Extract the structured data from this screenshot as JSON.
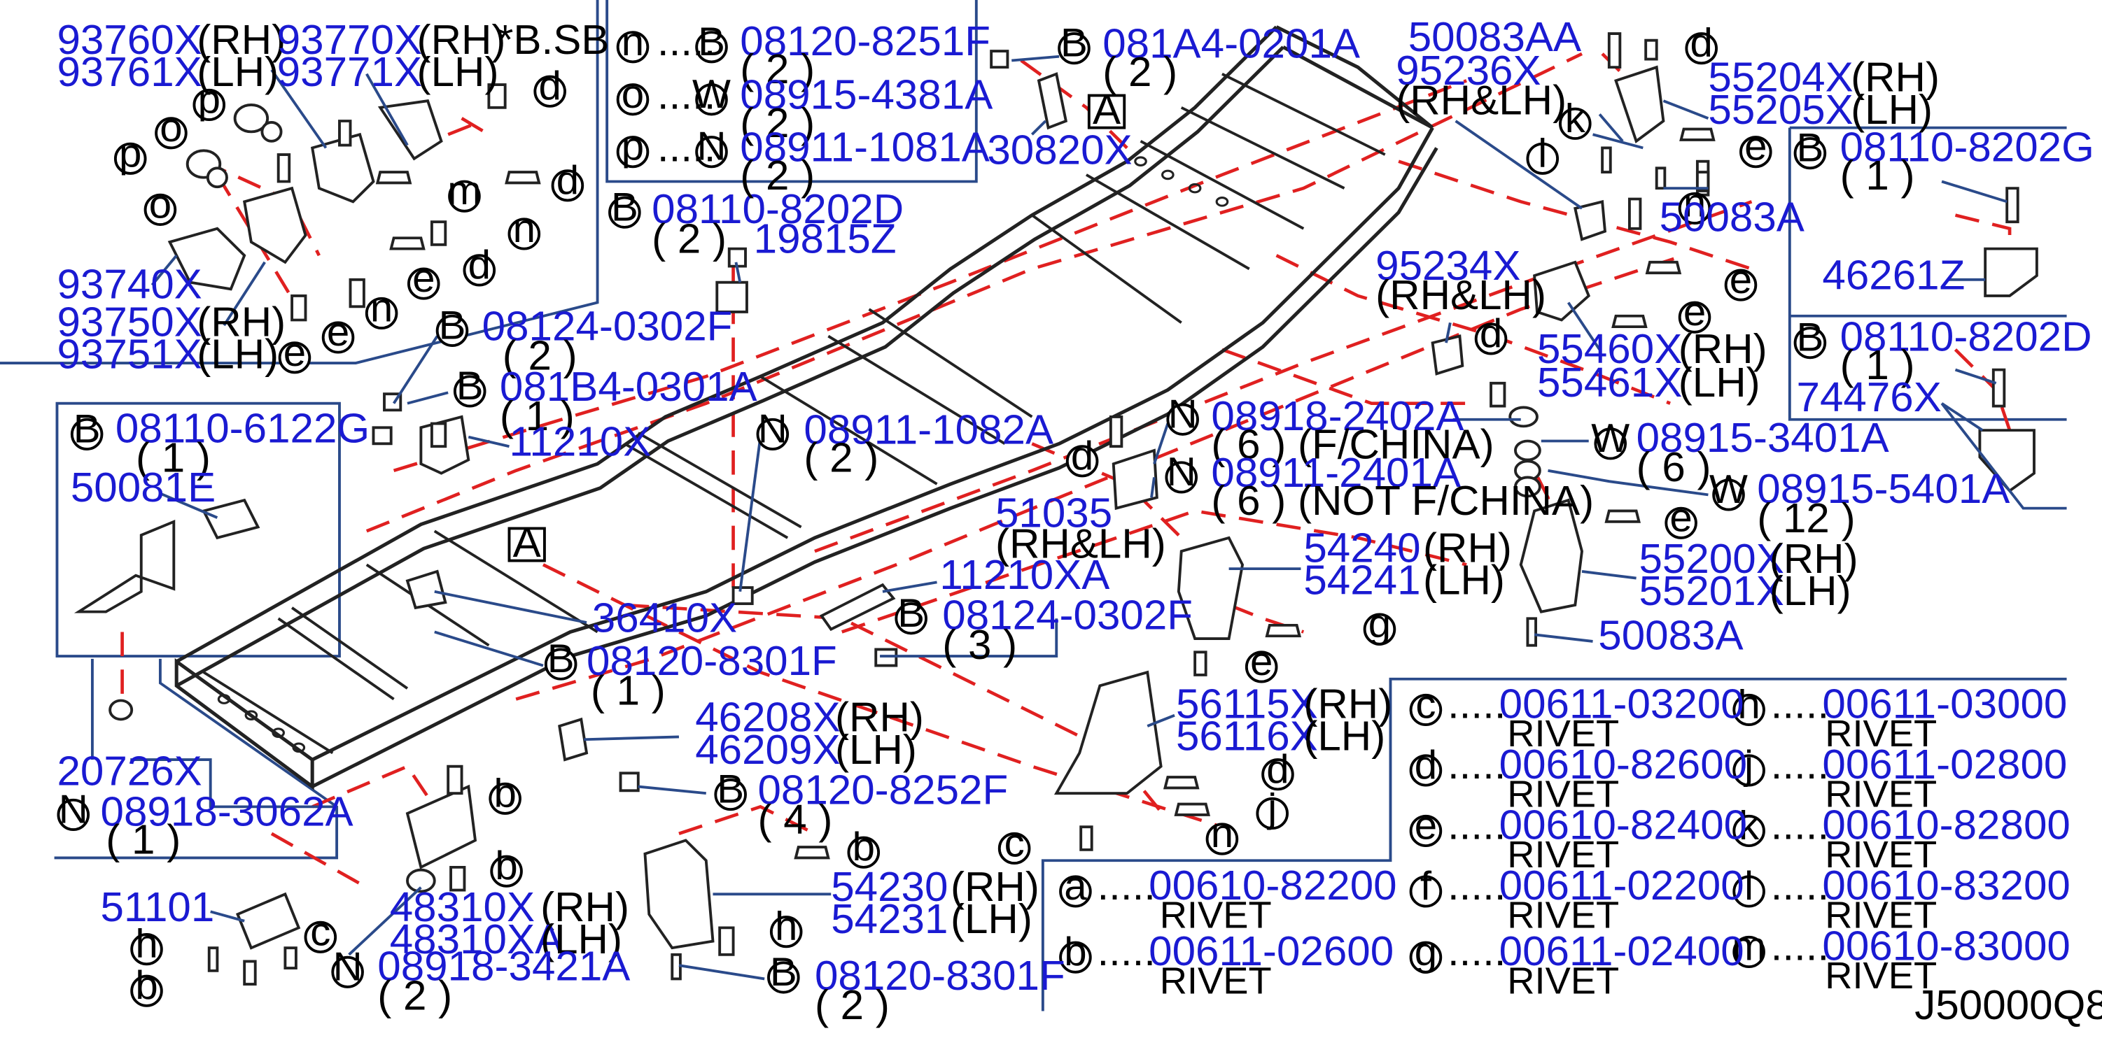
{
  "diagram": {
    "drawing_code": "J50000Q8",
    "labels": [
      {
        "id": "p01",
        "part": "93760X",
        "side": "(RH)"
      },
      {
        "id": "p02",
        "part": "93761X",
        "side": "(LH)"
      },
      {
        "id": "p03",
        "part": "93770X",
        "side": "(RH)"
      },
      {
        "id": "p04",
        "part": "93771X",
        "side": "(LH)"
      },
      {
        "id": "p05",
        "part": "93740X",
        "side": ""
      },
      {
        "id": "p06",
        "part": "93750X",
        "side": "(RH)"
      },
      {
        "id": "p07",
        "part": "93751X",
        "side": "(LH)"
      },
      {
        "id": "p08",
        "part": "08124-0302F",
        "qty": "( 2 )"
      },
      {
        "id": "p09",
        "part": "081B4-0301A",
        "qty": "( 1 )"
      },
      {
        "id": "p10",
        "part": "11210X",
        "side": ""
      },
      {
        "id": "p11",
        "part": "08110-6122G",
        "qty": "( 1 )"
      },
      {
        "id": "p12",
        "part": "50081E",
        "side": ""
      },
      {
        "id": "p13",
        "part": "20726X",
        "side": ""
      },
      {
        "id": "p14",
        "part": "08918-3062A",
        "qty": "( 1 )"
      },
      {
        "id": "p15",
        "part": "51101",
        "side": ""
      },
      {
        "id": "p16",
        "part": "48310X",
        "side": "(RH)"
      },
      {
        "id": "p17",
        "part": "48310XA",
        "side": "(LH)"
      },
      {
        "id": "p18",
        "part": "08918-3421A",
        "qty": "( 2 )"
      },
      {
        "id": "p19",
        "part": "36410X",
        "side": ""
      },
      {
        "id": "p20",
        "part": "08120-8301F",
        "qty": "( 1 )"
      },
      {
        "id": "p21",
        "part": "46208X",
        "side": "(RH)"
      },
      {
        "id": "p22",
        "part": "46209X",
        "side": "(LH)"
      },
      {
        "id": "p23",
        "part": "08120-8252F",
        "qty": "( 4 )"
      },
      {
        "id": "p24",
        "part": "54230",
        "side": "(RH)"
      },
      {
        "id": "p25",
        "part": "54231",
        "side": "(LH)"
      },
      {
        "id": "p26",
        "part": "08120-8301F",
        "qty": "( 2 )"
      },
      {
        "id": "p27",
        "part": "08110-8202D",
        "qty": "( 2 )"
      },
      {
        "id": "p28",
        "part": "19815Z",
        "side": ""
      },
      {
        "id": "p29",
        "part": "08911-1082A",
        "qty": "( 2 )"
      },
      {
        "id": "p30",
        "part": "11210XA",
        "side": ""
      },
      {
        "id": "p31",
        "part": "08124-0302F",
        "qty": "( 3 )"
      },
      {
        "id": "p32",
        "part": "081A4-0201A",
        "qty": "( 2 )"
      },
      {
        "id": "p33",
        "part": "30820X",
        "side": ""
      },
      {
        "id": "p34",
        "part": "08918-2402A",
        "qty": "( 6 ) (F/CHINA)"
      },
      {
        "id": "p35",
        "part": "08911-2401A",
        "qty": "( 6 ) (NOT   F/CHINA)"
      },
      {
        "id": "p36",
        "part": "51035",
        "side": "(RH&LH)"
      },
      {
        "id": "p37",
        "part": "54240",
        "side": "(RH)"
      },
      {
        "id": "p38",
        "part": "54241",
        "side": "(LH)"
      },
      {
        "id": "p39",
        "part": "56115X",
        "side": "(RH)"
      },
      {
        "id": "p40",
        "part": "56116X",
        "side": "(LH)"
      },
      {
        "id": "p41",
        "part": "50083AA",
        "side": ""
      },
      {
        "id": "p42",
        "part": "95236X",
        "side": "(RH&LH)"
      },
      {
        "id": "p43",
        "part": "55204X",
        "side": "(RH)"
      },
      {
        "id": "p44",
        "part": "55205X",
        "side": "(LH)"
      },
      {
        "id": "p45",
        "part": "50083A",
        "side": ""
      },
      {
        "id": "p46",
        "part": "55460X",
        "side": "(RH)"
      },
      {
        "id": "p47",
        "part": "55461X",
        "side": "(LH)"
      },
      {
        "id": "p48",
        "part": "95234X",
        "side": "(RH&LH)"
      },
      {
        "id": "p49",
        "part": "08915-3401A",
        "qty": "( 6 )"
      },
      {
        "id": "p50",
        "part": "08915-5401A",
        "qty": "( 12 )"
      },
      {
        "id": "p51",
        "part": "55200X",
        "side": "(RH)"
      },
      {
        "id": "p52",
        "part": "55201X",
        "side": "(LH)"
      },
      {
        "id": "p53",
        "part": "50083A",
        "side": ""
      },
      {
        "id": "p54",
        "part": "08110-8202G",
        "qty": "( 1 )"
      },
      {
        "id": "p55",
        "part": "46261Z",
        "side": ""
      },
      {
        "id": "p56",
        "part": "08110-8202D",
        "qty": "( 1 )"
      },
      {
        "id": "p57",
        "part": "74476X",
        "side": ""
      }
    ],
    "note_sb": "*B.SB",
    "ref_marker": "A",
    "hardware_table": [
      {
        "letter": "n",
        "prefix": "B",
        "part": "08120-8251F",
        "qty": "( 2 )"
      },
      {
        "letter": "o",
        "prefix": "W",
        "part": "08915-4381A",
        "qty": "( 2 )"
      },
      {
        "letter": "p",
        "prefix": "N",
        "part": "08911-1081A",
        "qty": "( 2 )"
      }
    ],
    "rivets": [
      {
        "letter": "a",
        "part": "00610-82200",
        "name": "RIVET"
      },
      {
        "letter": "b",
        "part": "00611-02600",
        "name": "RIVET"
      },
      {
        "letter": "c",
        "part": "00611-03200",
        "name": "RIVET"
      },
      {
        "letter": "d",
        "part": "00610-82600",
        "name": "RIVET"
      },
      {
        "letter": "e",
        "part": "00610-82400",
        "name": "RIVET"
      },
      {
        "letter": "f",
        "part": "00611-02200",
        "name": "RIVET"
      },
      {
        "letter": "g",
        "part": "00611-02400",
        "name": "RIVET"
      },
      {
        "letter": "h",
        "part": "00611-03000",
        "name": "RIVET"
      },
      {
        "letter": "j",
        "part": "00611-02800",
        "name": "RIVET"
      },
      {
        "letter": "k",
        "part": "00610-82800",
        "name": "RIVET"
      },
      {
        "letter": "l",
        "part": "00610-83200",
        "name": "RIVET"
      },
      {
        "letter": "m",
        "part": "00610-83000",
        "name": "RIVET"
      }
    ],
    "colors": {
      "part_number": "#1a1ad2",
      "leader": "#2a4a8a",
      "dashed": "#e02020"
    }
  }
}
